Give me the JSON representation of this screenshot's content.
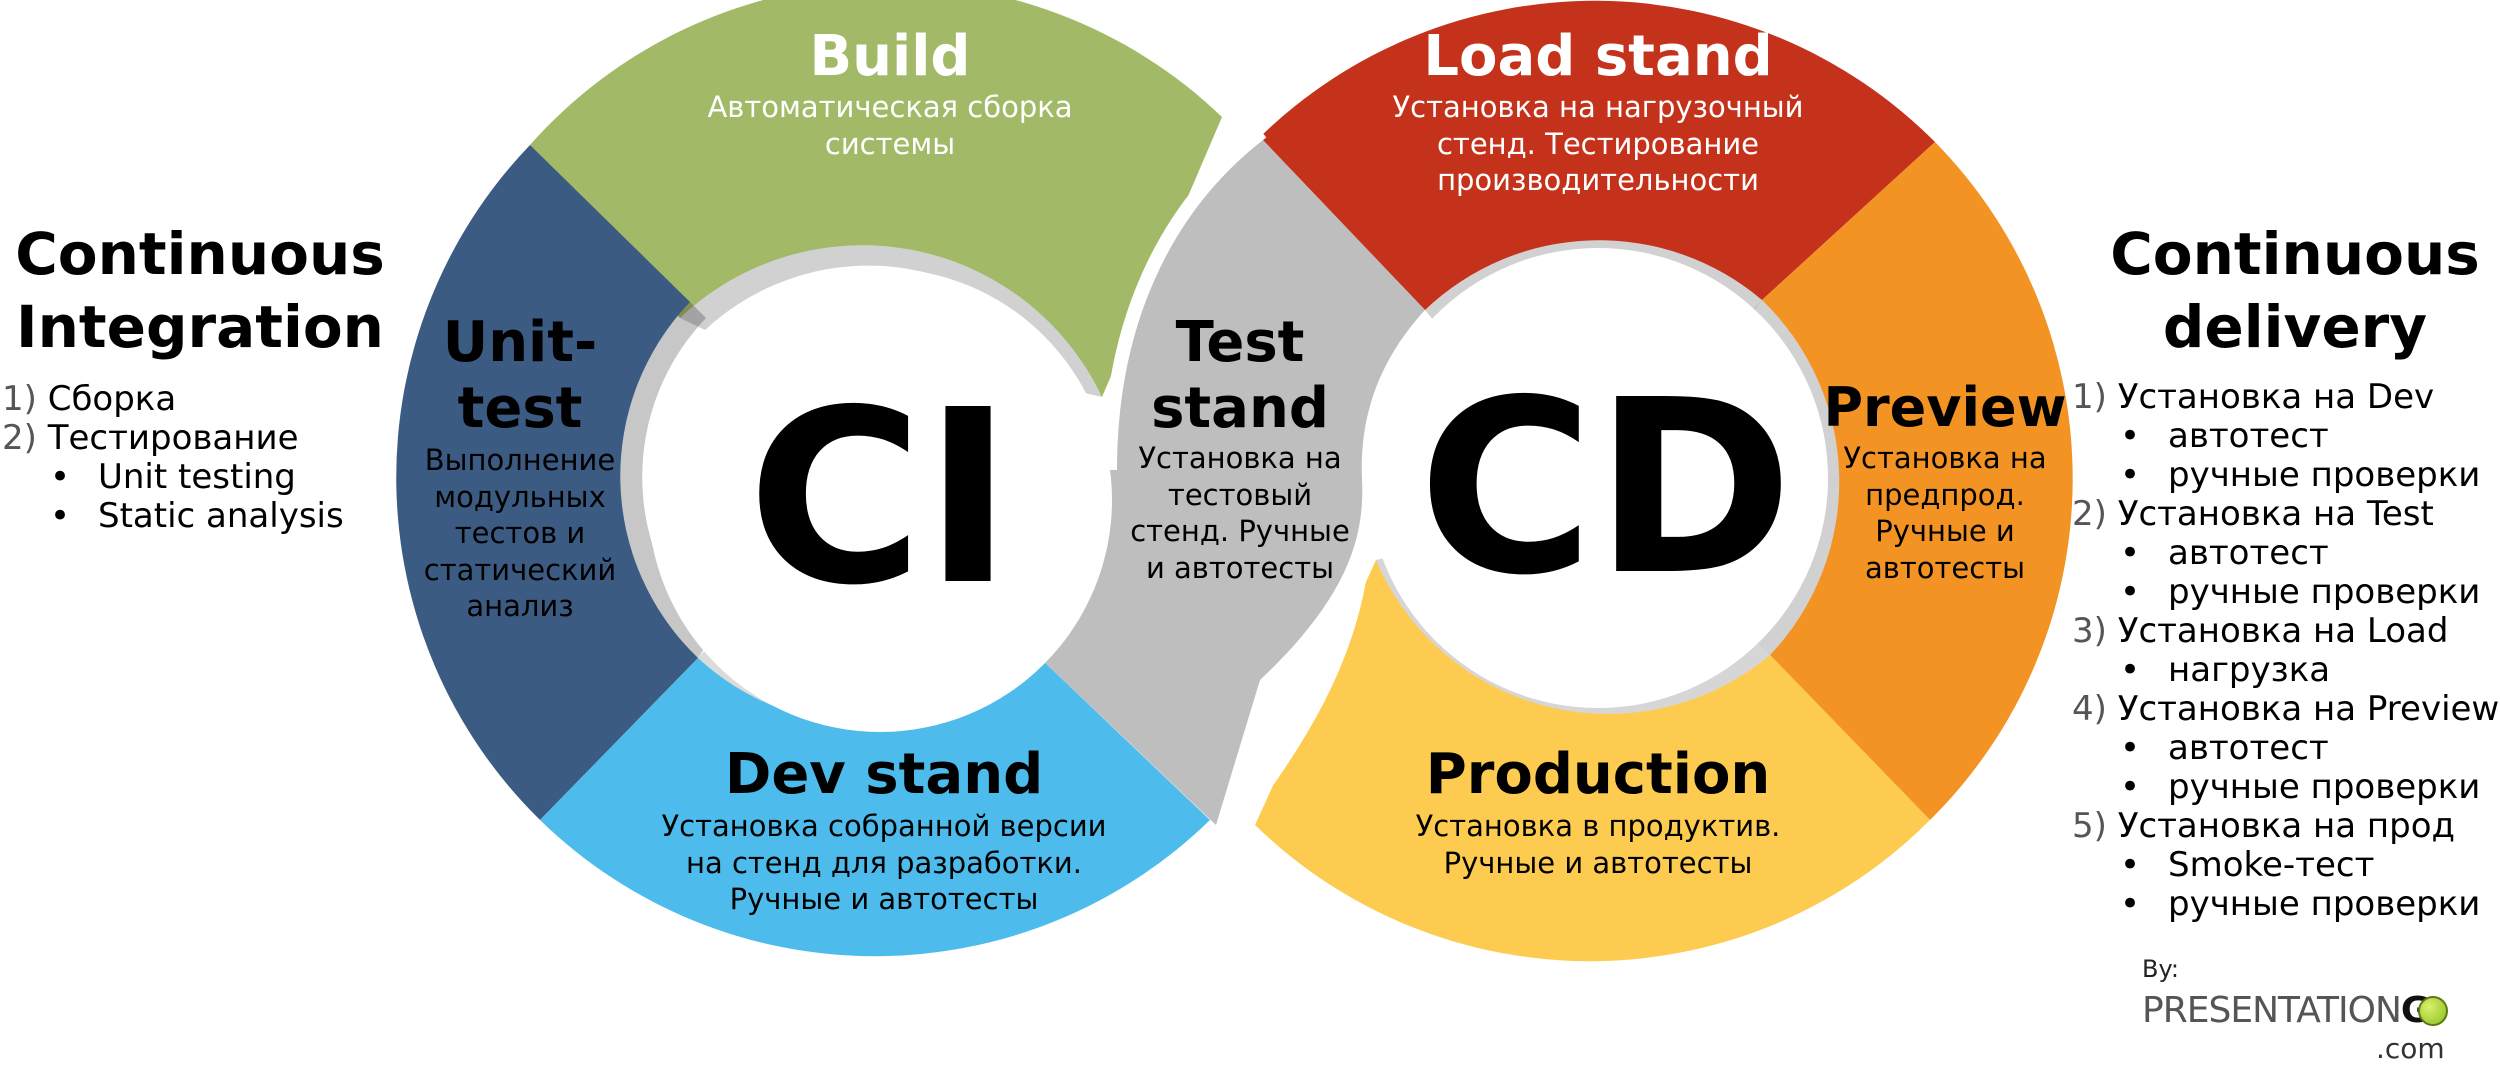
{
  "colors": {
    "build": "#A2BA67",
    "unit_test": "#3B5B83",
    "dev_stand": "#4DBCEC",
    "test_stand": "#BEBEBE",
    "load_stand": "#C4321C",
    "preview": "#F39324",
    "production": "#FDCB4F"
  },
  "left_panel": {
    "title_line1": "Continuous",
    "title_line2": "Integration",
    "items": [
      {
        "num": "1)",
        "text": "Сборка"
      },
      {
        "num": "2)",
        "text": "Тестирование"
      }
    ],
    "subitems": [
      {
        "bullet": "•",
        "text": "Unit testing"
      },
      {
        "bullet": "•",
        "text": "Static analysis"
      }
    ]
  },
  "right_panel": {
    "title_line1": "Continuous",
    "title_line2": "delivery",
    "steps": [
      {
        "num": "1)",
        "text": "Установка на Dev",
        "subs": [
          "автотест",
          "ручные проверки"
        ]
      },
      {
        "num": "2)",
        "text": "Установка на Test",
        "subs": [
          "автотест",
          "ручные проверки"
        ]
      },
      {
        "num": "3)",
        "text": "Установка на Load",
        "subs": [
          "нагрузка"
        ]
      },
      {
        "num": "4)",
        "text": "Установка на Preview",
        "subs": [
          "автотест",
          "ручные проверки"
        ]
      },
      {
        "num": "5)",
        "text": "Установка на прод",
        "subs": [
          "Smoke-тест",
          "ручные проверки"
        ]
      }
    ],
    "bullet": "•"
  },
  "ci_loop": {
    "center_label": "CI",
    "build": {
      "title": "Build",
      "desc": [
        "Автоматическая сборка",
        "системы"
      ]
    },
    "unit_test": {
      "title": [
        "Unit-",
        "test"
      ],
      "desc": [
        "Выполнение",
        "модульных",
        "тестов и",
        "статический",
        "анализ"
      ]
    },
    "dev_stand": {
      "title": "Dev stand",
      "desc": [
        "Установка собранной версии",
        "на стенд для разработки.",
        "Ручные и автотесты"
      ]
    }
  },
  "test_stand": {
    "title": [
      "Test",
      "stand"
    ],
    "desc": [
      "Установка на",
      "тестовый",
      "стенд. Ручные",
      "и автотесты"
    ]
  },
  "cd_loop": {
    "center_label": "CD",
    "load_stand": {
      "title": "Load stand",
      "desc": [
        "Установка на нагрузочный",
        "стенд. Тестирование",
        "производительности"
      ]
    },
    "preview": {
      "title": "Preview",
      "desc": [
        "Установка на",
        "предпрод.",
        "Ручные и",
        "автотесты"
      ]
    },
    "production": {
      "title": "Production",
      "desc": [
        "Установка в продуктив.",
        "Ручные и автотесты"
      ]
    }
  },
  "credit": {
    "by": "By:",
    "logo_main": "PRESENTATION",
    "logo_go": "G",
    "logo_domain": ".com"
  }
}
